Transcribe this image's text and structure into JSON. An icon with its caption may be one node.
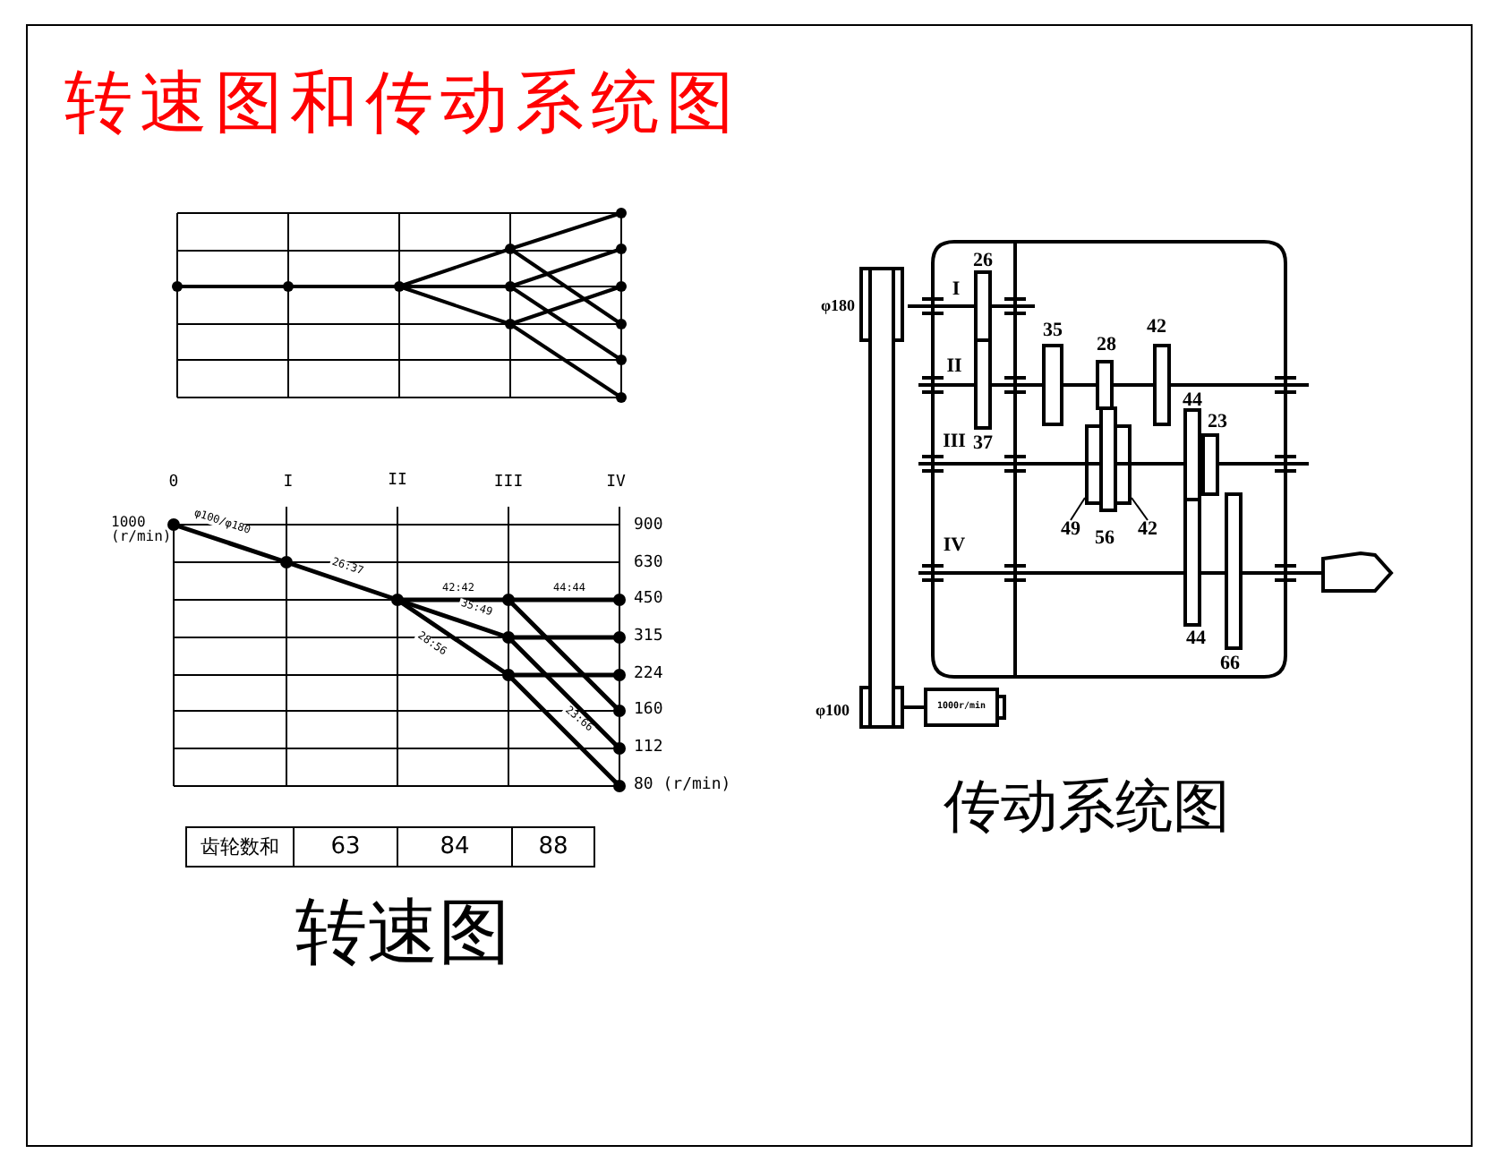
{
  "diagram": {
    "title": "转速图和传动系统图",
    "nodes": [
      {
        "text": [
          "49"
        ]
      },
      {
        "text": [],
        "shape": "bar"
      },
      {
        "text": [
          "42"
        ]
      },
      {
        "text": [],
        "shape": "bar"
      }
    ],
    "edges": [
      {
        "from": 0,
        "to": 1,
        "arrow": "none"
      },
      {
        "from": 2,
        "to": 3,
        "arrow": "none"
      }
    ],
    "labels": [
      "0",
      "I",
      "II",
      "III",
      "IV",
      "1000 (r/min)",
      "900",
      "630",
      "450",
      "315",
      "224",
      "160",
      "112",
      "80 (r/min)",
      "φ100/φ180",
      "26:37",
      "42:42",
      "44:44",
      "35:49",
      "28:56",
      "23:66",
      "齿轮数和",
      "63",
      "84",
      "88",
      "转速图",
      "φ180",
      "I",
      "II",
      "III",
      "IV",
      "26",
      "35",
      "28",
      "42",
      "44",
      "23",
      "37",
      "56",
      "44",
      "66",
      "φ100",
      "1000r/min",
      "传动系统图"
    ]
  }
}
